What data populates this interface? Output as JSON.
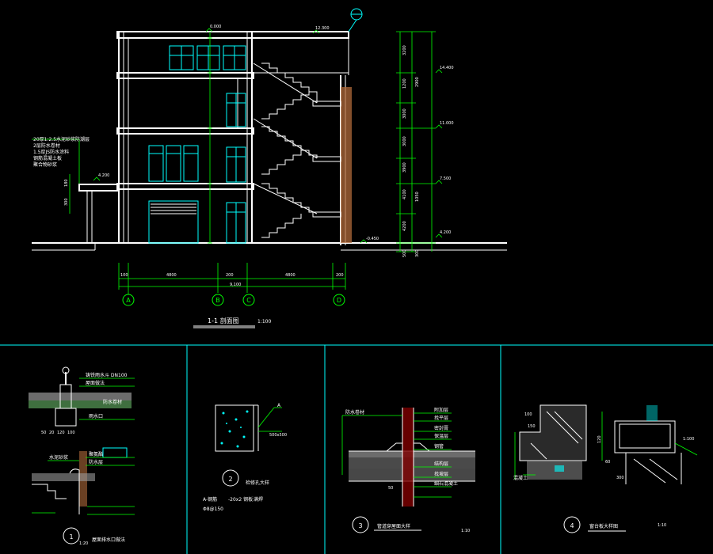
{
  "section": {
    "title": "1-1 剖面图",
    "scale": "1:100",
    "axes": [
      "A",
      "B",
      "C",
      "D"
    ],
    "bottom_dims": [
      "100",
      "4800",
      "200",
      "4800",
      "200"
    ],
    "total_dim": "9,100",
    "right_dims": [
      "3200",
      "1200",
      "3000",
      "3000",
      "3900",
      "4100",
      "4200",
      "2900",
      "1050",
      "500",
      "300"
    ],
    "levels": [
      "14.400",
      "11.000",
      "7.500",
      "4.200",
      "0.000",
      "-0.450",
      "12.300"
    ],
    "left_notes": [
      "20厚1:2.5水泥砂浆防潮层",
      "2层防水卷材",
      "1.5厚JS防水涂料",
      "钢筋混凝土板",
      "聚合物砂浆"
    ],
    "side_dims": [
      "4.200",
      "180",
      "300"
    ]
  },
  "detail1": {
    "num": "1",
    "title": "屋面排水口做法",
    "scale": "1:20",
    "labels": [
      "铸铁雨水斗 DN100",
      "屋面做法",
      "防水卷材",
      "雨水口",
      "聚氨酯",
      "50",
      "20",
      "120",
      "100",
      "防水层",
      "水泥砂浆"
    ]
  },
  "detail2": {
    "num": "2",
    "title": "检修孔大样",
    "notes": [
      "A-钢筋",
      "Φ8@150",
      "-20x2 钢板",
      "满焊"
    ],
    "marker": "A",
    "dim": "500x500"
  },
  "detail3": {
    "num": "3",
    "title": "管道穿屋面大样",
    "scale": "1:10",
    "labels": [
      "防水卷材",
      "附加层",
      "找平层",
      "密封膏",
      "保温层",
      "钢管",
      "结构层",
      "找坡层",
      "细石混凝土",
      "50"
    ]
  },
  "detail4": {
    "num": "4",
    "title": "窗台板大样图",
    "scale": "1:10",
    "labels": [
      "100",
      "150",
      "120",
      "1:100",
      "60",
      "300",
      "混凝土"
    ]
  },
  "colors": {
    "background": "#000000",
    "line_white": "#ffffff",
    "dimension_green": "#00ff00",
    "window_cyan": "#00ffff",
    "hatch_yellow": "#ffff00",
    "brick_brown": "#b06a3a"
  }
}
